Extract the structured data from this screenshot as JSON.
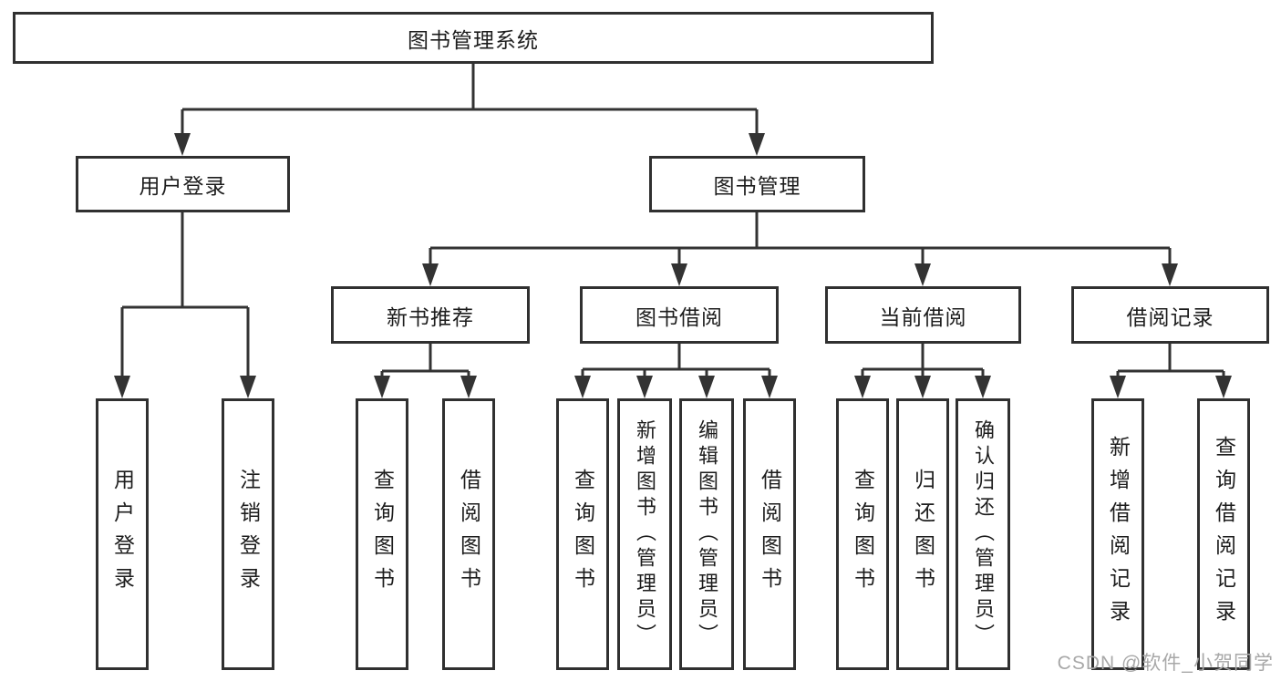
{
  "tree": {
    "label": "图书管理系统",
    "children": [
      {
        "label": "用户登录",
        "children": [
          {
            "label": "用户登录"
          },
          {
            "label": "注销登录"
          }
        ]
      },
      {
        "label": "图书管理",
        "children": [
          {
            "label": "新书推荐",
            "children": [
              {
                "label": "查询图书"
              },
              {
                "label": "借阅图书"
              }
            ]
          },
          {
            "label": "图书借阅",
            "children": [
              {
                "label": "查询图书"
              },
              {
                "label": "新增图书（管理员）"
              },
              {
                "label": "编辑图书（管理员）"
              },
              {
                "label": "借阅图书"
              }
            ]
          },
          {
            "label": "当前借阅",
            "children": [
              {
                "label": "查询图书"
              },
              {
                "label": "归还图书"
              },
              {
                "label": "确认归还（管理员）"
              }
            ]
          },
          {
            "label": "借阅记录",
            "children": [
              {
                "label": "新增借阅记录"
              },
              {
                "label": "查询借阅记录"
              }
            ]
          }
        ]
      }
    ]
  },
  "watermark": {
    "text": "CSDN @软件_小贺同学"
  },
  "colors": {
    "line": "#333333",
    "box_border": "#303030",
    "text": "#1d1d1d",
    "watermark": "#a8a8a8",
    "background": "#ffffff"
  }
}
